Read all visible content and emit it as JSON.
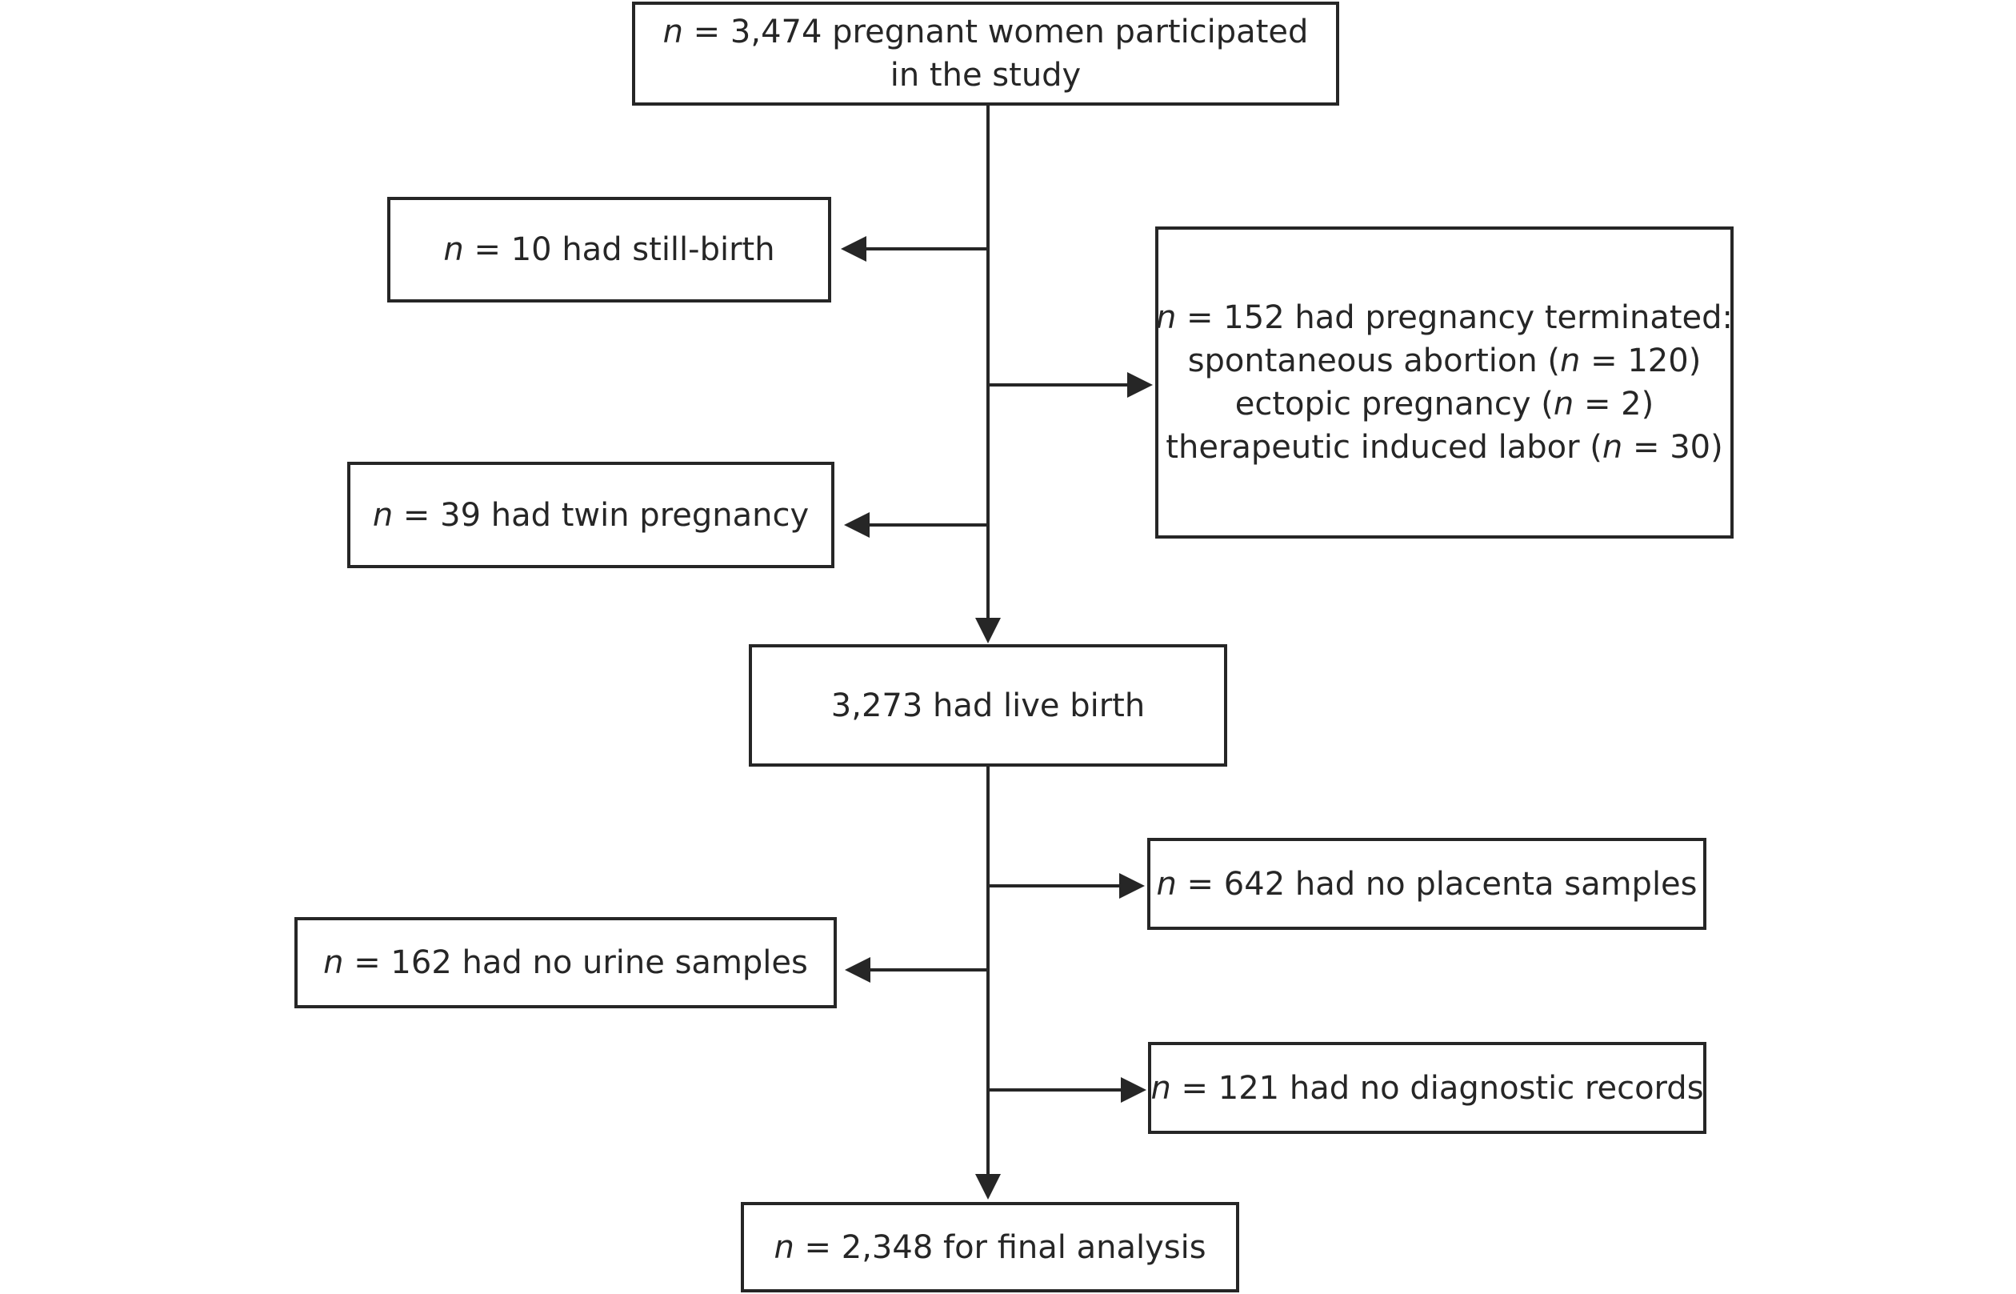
{
  "boxes": {
    "start": {
      "n": "n",
      "line1": " = 3,474 pregnant women participated",
      "line2": "in the study"
    },
    "stillbirth": {
      "n": "n",
      "text": " = 10 had still-birth"
    },
    "terminated": {
      "n": "n",
      "line1": " = 152 had pregnancy terminated:",
      "spont_label": "spontaneous abortion (",
      "spont_n": "n",
      "spont_value": " = 120)",
      "ectopic_label": "ectopic pregnancy (",
      "ectopic_n": "n",
      "ectopic_value": " = 2)",
      "thera_label": "therapeutic induced labor (",
      "thera_n": "n",
      "thera_value": " = 30)"
    },
    "twin": {
      "n": "n",
      "text": " = 39 had twin pregnancy"
    },
    "livebirth": {
      "text": "3,273 had live birth"
    },
    "placenta": {
      "n": "n",
      "text": " = 642 had no placenta samples"
    },
    "urine": {
      "n": "n",
      "text": " = 162 had no urine samples"
    },
    "diagnostic": {
      "n": "n",
      "text": " = 121 had no diagnostic records"
    },
    "final": {
      "n": "n",
      "text": " = 2,348 for final analysis"
    }
  },
  "colors": {
    "stroke": "#262626",
    "background": "#ffffff"
  }
}
